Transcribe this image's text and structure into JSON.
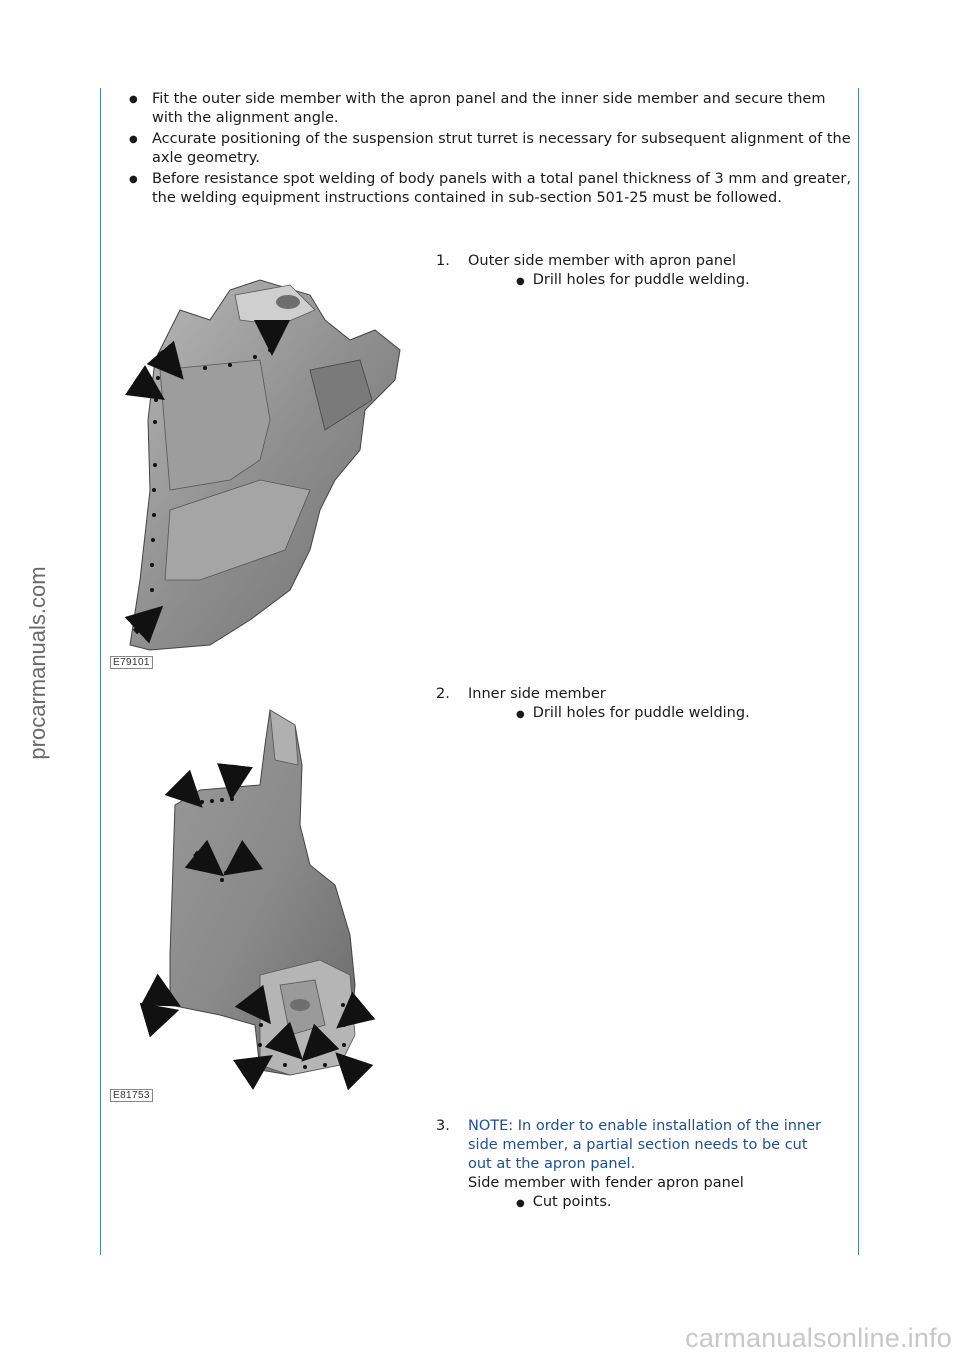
{
  "intro_bullets": [
    "Fit the outer side member with the apron panel and the inner side member and secure them with the alignment angle.",
    "Accurate positioning of the suspension strut turret is necessary for subsequent alignment of the axle geometry.",
    "Before resistance spot welding of body panels with a total panel thickness of 3 mm and greater, the welding equipment instructions contained in sub-section 501-25 must be followed."
  ],
  "steps": [
    {
      "number": "1.",
      "title": "Outer side member with apron panel",
      "bullet": "Drill holes for puddle welding.",
      "figure_id": "E79101"
    },
    {
      "number": "2.",
      "title": "Inner side member",
      "bullet": "Drill holes for puddle welding.",
      "figure_id": "E81753"
    },
    {
      "number": "3.",
      "note": "NOTE: In order to enable installation of the inner side member, a partial section needs to be cut out at the apron panel.",
      "title": "Side member with fender apron panel",
      "bullet": "Cut points."
    }
  ],
  "watermarks": {
    "side": "procarmanuals.com",
    "bottom": "carmanualsonline.info"
  },
  "colors": {
    "rule": "#4a7fbf",
    "note": "#1f4e96",
    "panel": "#8e8e8e"
  }
}
